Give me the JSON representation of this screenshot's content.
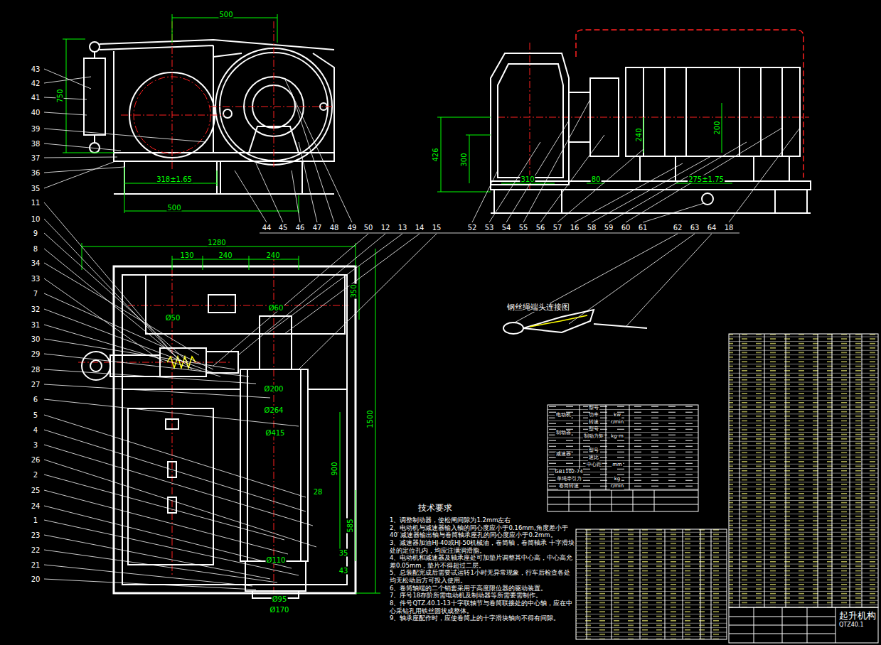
{
  "diagram": {
    "nodes": [
      {
        "text": [
          "起升机构",
          "QTZ40.1"
        ]
      }
    ],
    "labels": [
      "43",
      "42",
      "41",
      "40",
      "39",
      "38",
      "37",
      "36",
      "35",
      "11",
      "10",
      "9",
      "8",
      "34",
      "33",
      "7",
      "32",
      "31",
      "30",
      "29",
      "28",
      "27",
      "6",
      "5",
      "4",
      "3",
      "26",
      "2",
      "25",
      "24",
      "1",
      "23",
      "22",
      "21",
      "20",
      "44",
      "45",
      "46",
      "47",
      "48",
      "49",
      "50",
      "12",
      "13",
      "14",
      "15",
      "52",
      "53",
      "54",
      "55",
      "56",
      "57",
      "16",
      "58",
      "59",
      "60",
      "61",
      "62",
      "63",
      "64",
      "18",
      "500",
      "750",
      "318±1.65",
      "500",
      "426",
      "300",
      "310",
      "80",
      "240",
      "200",
      "275±1.75",
      "1280",
      "130",
      "240",
      "240",
      "Ø50",
      "Ø60",
      "350",
      "1500",
      "Ø200",
      "Ø264",
      "Ø415",
      "900",
      "585",
      "28",
      "35",
      "43",
      "Ø110",
      "Ø95",
      "Ø170",
      "钢丝绳端头连接图",
      "技术要求",
      "1、调整制动器，使松闸间隙为1.2mm左右",
      "2、电动机与减速器输入轴的同心度应小于0.16mm,角度差小于40′ 减速器输出轴与卷筒轴承座孔的同心度应小于0.2mm。",
      "3、减速器加油HJ-40或HJ-50机械油，卷筒轴，卷筒轴承 十字滑块处的定位孔内，均应注满润滑脂。",
      "4、电动机和减速器及轴承座处可加垫片调整其中心高，中心高允差0.05mm，垫片不得超过二层。",
      "5、总装配完成后需要试运转1小时无异常现象，行车后检查各处均无松动后方可投入使用。",
      "6、卷筒轴端的二个销套采用于高度限位器的驱动装置。",
      "7、序号18存阶所需电动机及制动器等所需要需制作。",
      "8、件号QTZ.40.1-13十字联轴节与卷筒联接处的中心轴，应在中心采钻孔用铁丝圆状成整体。",
      "9、轴承座配作时，应使卷筒上的十字滑块轴向不得有间隙。",
      "电动机",
      "型号",
      "功率",
      "kw",
      "转速",
      "r/min",
      "制动器",
      "型号",
      "制动力矩",
      "kg·m",
      "减速器",
      "型号",
      "速比",
      "中心距",
      "mm",
      "GB1102-74",
      "单绳牵引力",
      "kg",
      "卷筒转速",
      "r/min"
    ]
  }
}
